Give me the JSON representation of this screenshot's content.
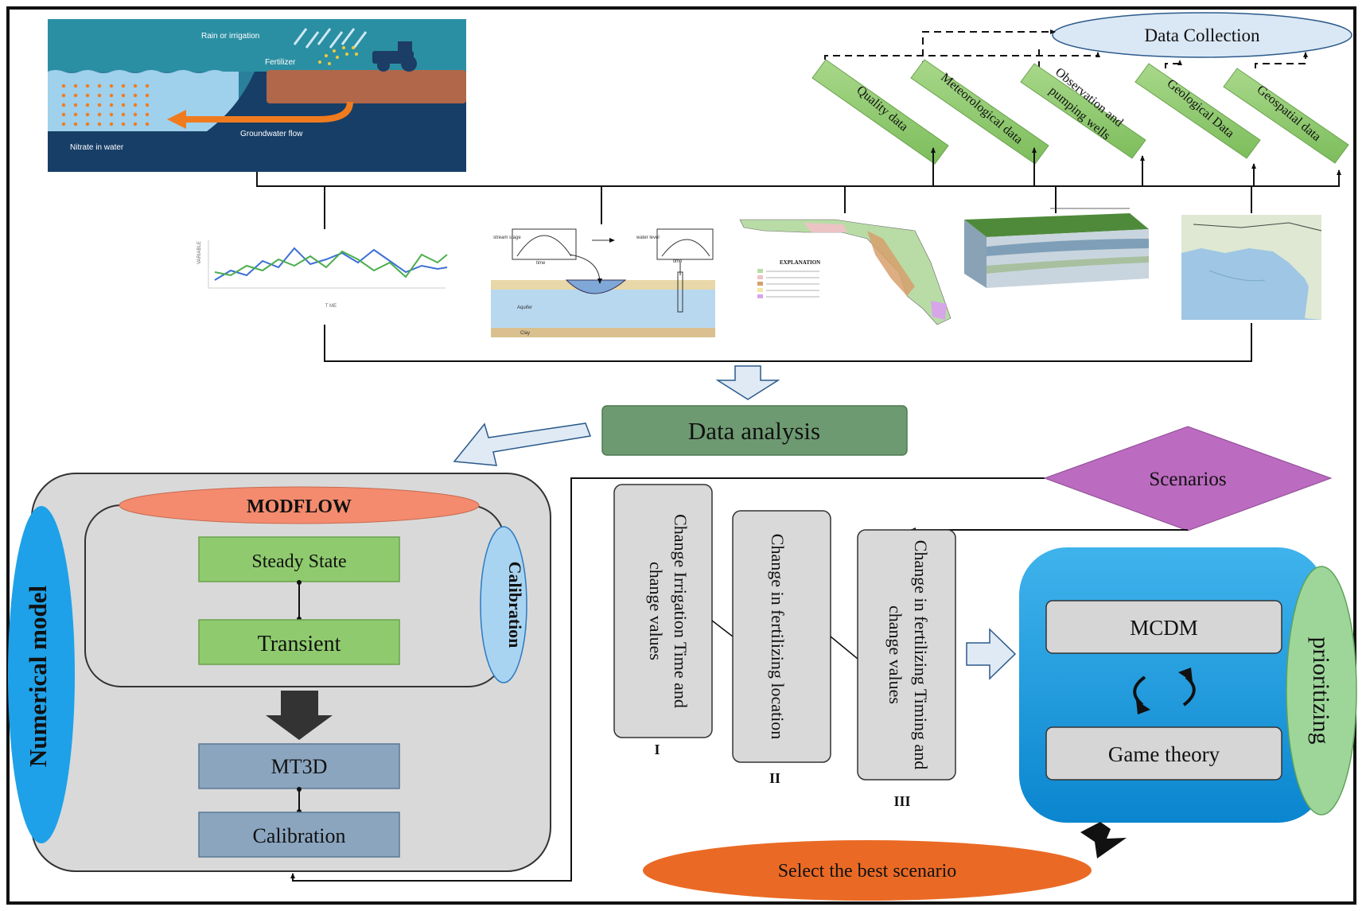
{
  "top": {
    "data_collection": "Data Collection",
    "sources": [
      "Quality data",
      "Meteorological data",
      "Observation and pumping wells",
      "Geological Data",
      "Geospatial data"
    ]
  },
  "illustration": {
    "rain": "Rain or irrigation",
    "fertilizer": "Fertilizer",
    "groundwater": "Groundwater flow",
    "nitrate": "Nitrate in water"
  },
  "thumbnails": {
    "chart_ylabel": "VARIABLE",
    "chart_xlabel": "T ME",
    "stream_stage": "stream stage",
    "time1": "time",
    "water_level": "water level",
    "time2": "time",
    "aquifer": "Aquifer",
    "clay": "Clay",
    "explanation": "EXPLANATION"
  },
  "analysis": {
    "label": "Data analysis"
  },
  "model": {
    "numerical": "Numerical model",
    "modflow": "MODFLOW",
    "calibration_side": "Calibration",
    "steady": "Steady State",
    "transient": "Transient",
    "mt3d": "MT3D",
    "calibration": "Calibration"
  },
  "scenarios": {
    "label": "Scenarios",
    "items": [
      {
        "line1": "Change Irrigation Time and",
        "line2": "change values",
        "numeral": "I"
      },
      {
        "line1": "Change in fertilizing location",
        "line2": "",
        "numeral": "II"
      },
      {
        "line1": "Change in fertilizing Timing and",
        "line2": "change values",
        "numeral": "III"
      }
    ]
  },
  "ranking": {
    "mcdm": "MCDM",
    "game": "Game theory",
    "prioritizing": "prioritizing"
  },
  "result": {
    "label": "Select the best scenario"
  },
  "colors": {
    "green_box": "#8fcb6e",
    "data_analysis": "#6e9a72",
    "scenario_diamond": "#bb6bc0",
    "modflow_orange": "#f48b6e",
    "blue_panel": "#1a9be0",
    "oval_blue": "#3f9fe0",
    "select_orange": "#ea6a25",
    "steel_box": "#8ba5be"
  }
}
